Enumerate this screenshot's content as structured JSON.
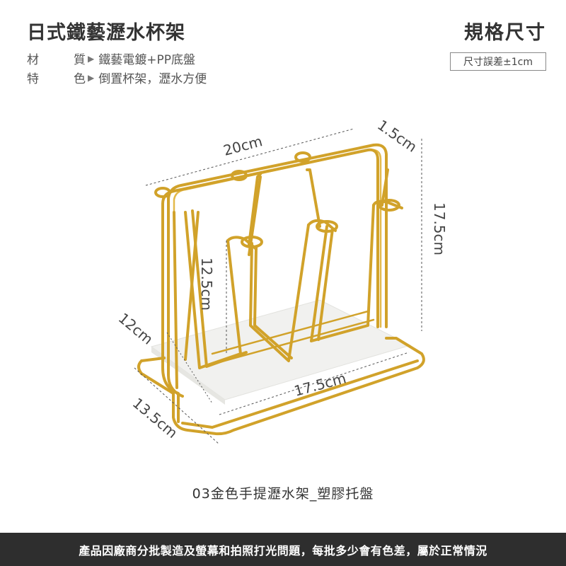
{
  "header": {
    "title": "日式鐵藝瀝水杯架",
    "spec_title": "規格尺寸",
    "tolerance": "尺寸誤差±1cm"
  },
  "specs": [
    {
      "key_a": "材",
      "key_b": "質",
      "arrow": "▶",
      "value": "鐵藝電鍍+PP底盤"
    },
    {
      "key_a": "特",
      "key_b": "色",
      "arrow": "▶",
      "value": "倒置杯架，瀝水方便"
    }
  ],
  "dimensions": {
    "width_top": "20cm",
    "depth_top": "1.5cm",
    "height_right": "17.5cm",
    "inner_height": "12.5cm",
    "base_depth_side": "12cm",
    "base_width": "17.5cm",
    "base_depth": "13.5cm"
  },
  "caption": "03金色手提瀝水架_塑膠托盤",
  "footer": "產品因廠商分批製造及螢幕和拍照打光問題，每批多少會有色差，屬於正常情況",
  "colors": {
    "gold": "#d4a72c",
    "gold_dark": "#b8871a",
    "tray": "#f2f2f0",
    "footer_bg": "#2e2e2e"
  }
}
